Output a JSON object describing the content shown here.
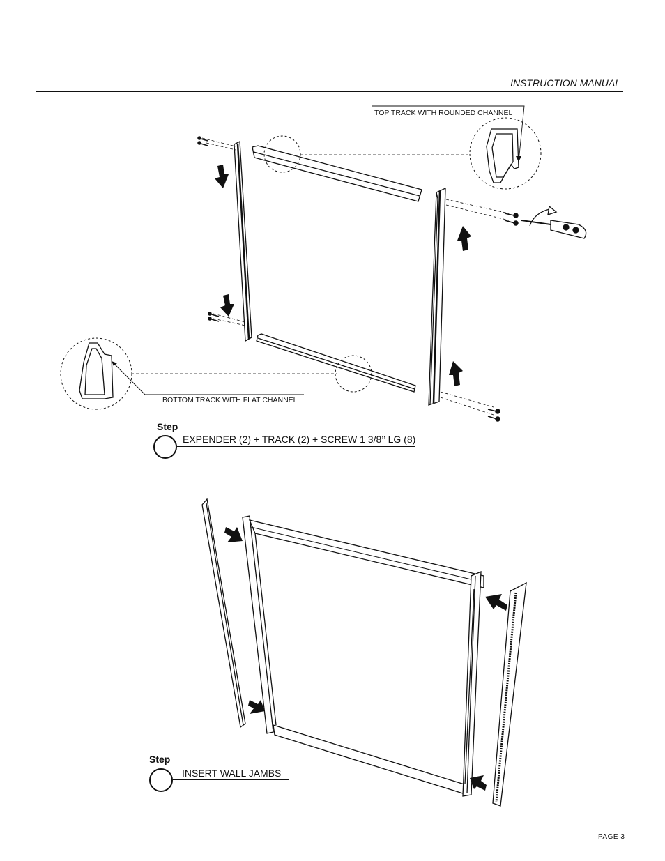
{
  "header": {
    "title": "INSTRUCTION MANUAL"
  },
  "footer": {
    "page": "PAGE 3"
  },
  "figure1": {
    "callouts": {
      "top_track": "TOP TRACK WITH ROUNDED CHANNEL",
      "bottom_track": "BOTTOM TRACK WITH FLAT CHANNEL"
    }
  },
  "steps": [
    {
      "label": "Step",
      "number": "",
      "text": "EXPENDER (2) + TRACK (2) + SCREW 1 3/8’’ LG (8)"
    },
    {
      "label": "Step",
      "number": "",
      "text": "INSERT WALL JAMBS"
    }
  ]
}
